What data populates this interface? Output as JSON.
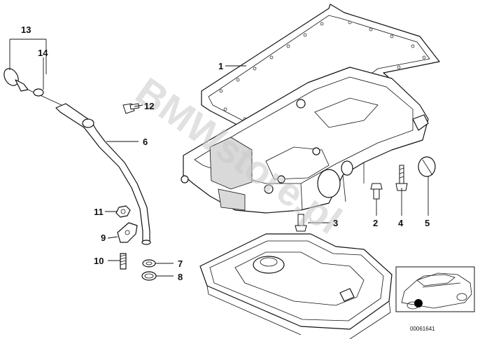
{
  "diagram": {
    "watermark": "BMWstore.pl",
    "document_number": "00061641",
    "colors": {
      "ink": "#111111",
      "paper": "#ffffff",
      "watermark": "#c8c8c8",
      "thumbnail_marker": "#000000"
    },
    "callouts": {
      "c1": "1",
      "c2": "2",
      "c3": "3",
      "c4": "4",
      "c5": "5",
      "c6": "6",
      "c7": "7",
      "c8": "8",
      "c9": "9",
      "c10": "10",
      "c11": "11",
      "c12": "12",
      "c13": "13",
      "c14": "14"
    }
  }
}
